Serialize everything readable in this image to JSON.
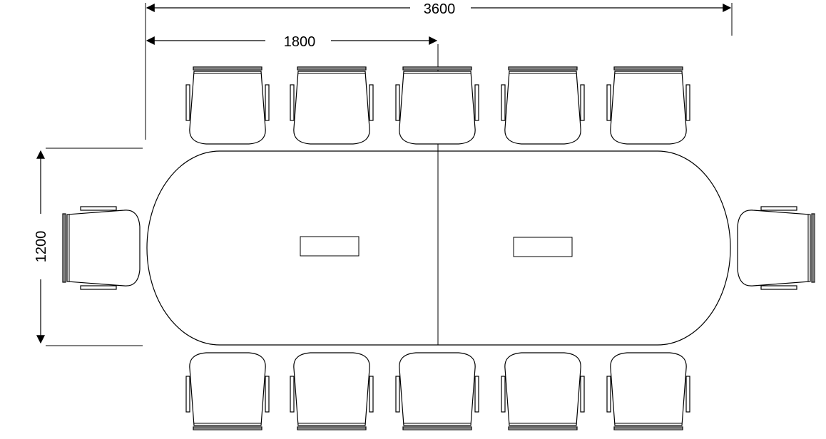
{
  "dimensions": {
    "total_length": "3600",
    "half_length": "1800",
    "width": "1200"
  },
  "table": {
    "shape": "racetrack",
    "sections": 2,
    "cable_ports": 2
  },
  "chairs": {
    "top_count": 5,
    "bottom_count": 5,
    "end_count": 2
  },
  "colors": {
    "stroke": "#000000",
    "background": "#ffffff"
  }
}
